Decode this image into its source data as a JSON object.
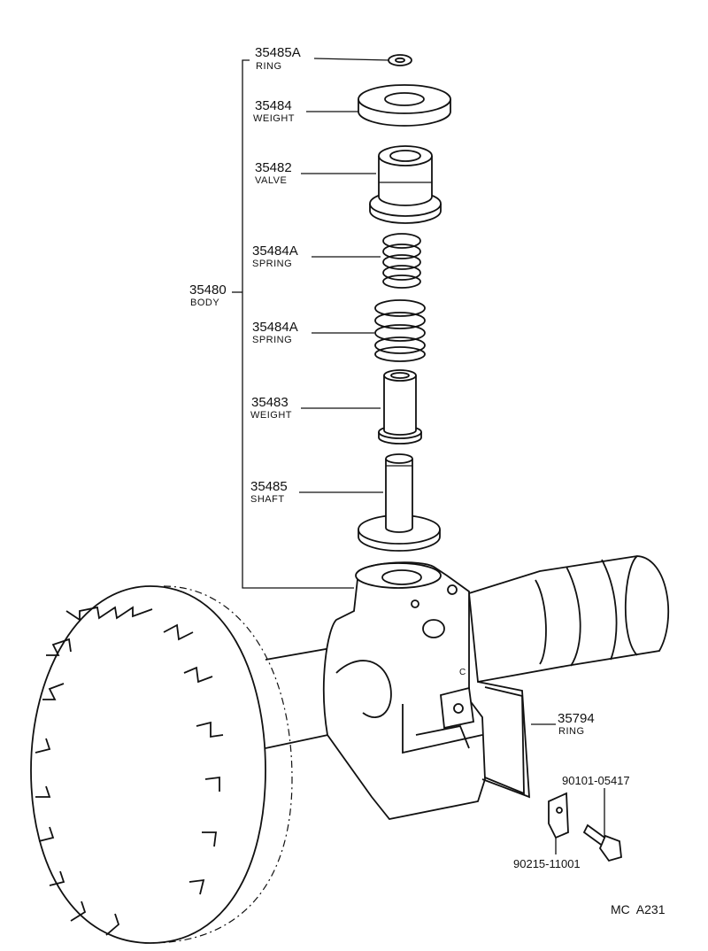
{
  "parts": [
    {
      "number": "35485A",
      "name": "RING"
    },
    {
      "number": "35484",
      "name": "WEIGHT"
    },
    {
      "number": "35482",
      "name": "VALVE"
    },
    {
      "number": "35484A",
      "name": "SPRING"
    },
    {
      "number": "35484A",
      "name": "SPRING"
    },
    {
      "number": "35483",
      "name": "WEIGHT"
    },
    {
      "number": "35485",
      "name": "SHAFT"
    }
  ],
  "body": {
    "number": "35480",
    "name": "BODY"
  },
  "ring_35794": {
    "number": "35794",
    "name": "RING"
  },
  "bolt": {
    "number": "90101-05417"
  },
  "plate": {
    "number": "90215-11001"
  },
  "code": "MC  A231",
  "small_mark": "C"
}
